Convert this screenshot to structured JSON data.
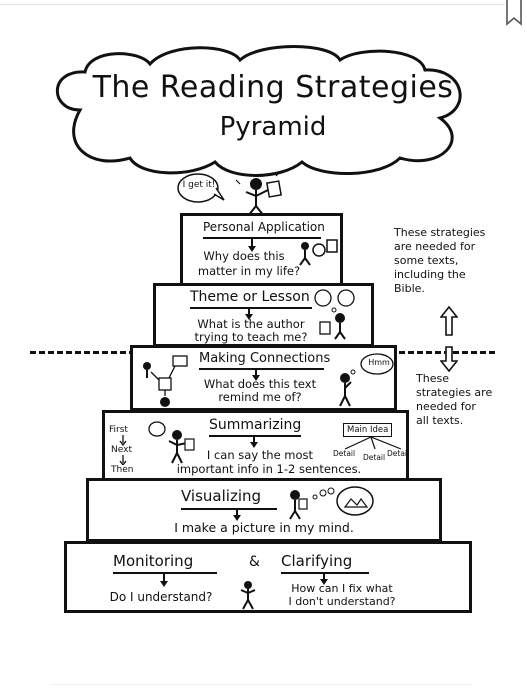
{
  "title_line1": "The Reading Strategies",
  "title_line2": "Pyramid",
  "top_bubble": "I get it!",
  "tiers": [
    {
      "title": "Personal Application",
      "q1": "Why does this",
      "q2": "matter in my life?"
    },
    {
      "title": "Theme or Lesson",
      "q1": "What is the author",
      "q2": "trying to teach me?"
    },
    {
      "title": "Making Connections",
      "q1": "What does this text",
      "q2": "remind me of?"
    },
    {
      "title": "Summarizing",
      "q1": "I can say the most",
      "q2": "important info in 1-2 sentences."
    },
    {
      "title": "Visualizing",
      "q1": "I make a picture in my mind.",
      "q2": ""
    }
  ],
  "base": {
    "left_title": "Monitoring",
    "amp": "&",
    "right_title": "Clarifying",
    "left_q": "Do I understand?",
    "right_q1": "How can I fix what",
    "right_q2": "I don't understand?"
  },
  "summarizing_extras": {
    "first": "First",
    "next": "Next",
    "then": "Then",
    "main_idea": "Main Idea",
    "detail1": "Detail",
    "detail2": "Detail",
    "detail3": "Detail"
  },
  "connections_bubble": "Hmm",
  "side_top": [
    "These strategies",
    "are needed for",
    "some texts,",
    "including the",
    "Bible."
  ],
  "side_bottom": [
    "These",
    "strategies are",
    "needed for",
    "all texts."
  ]
}
